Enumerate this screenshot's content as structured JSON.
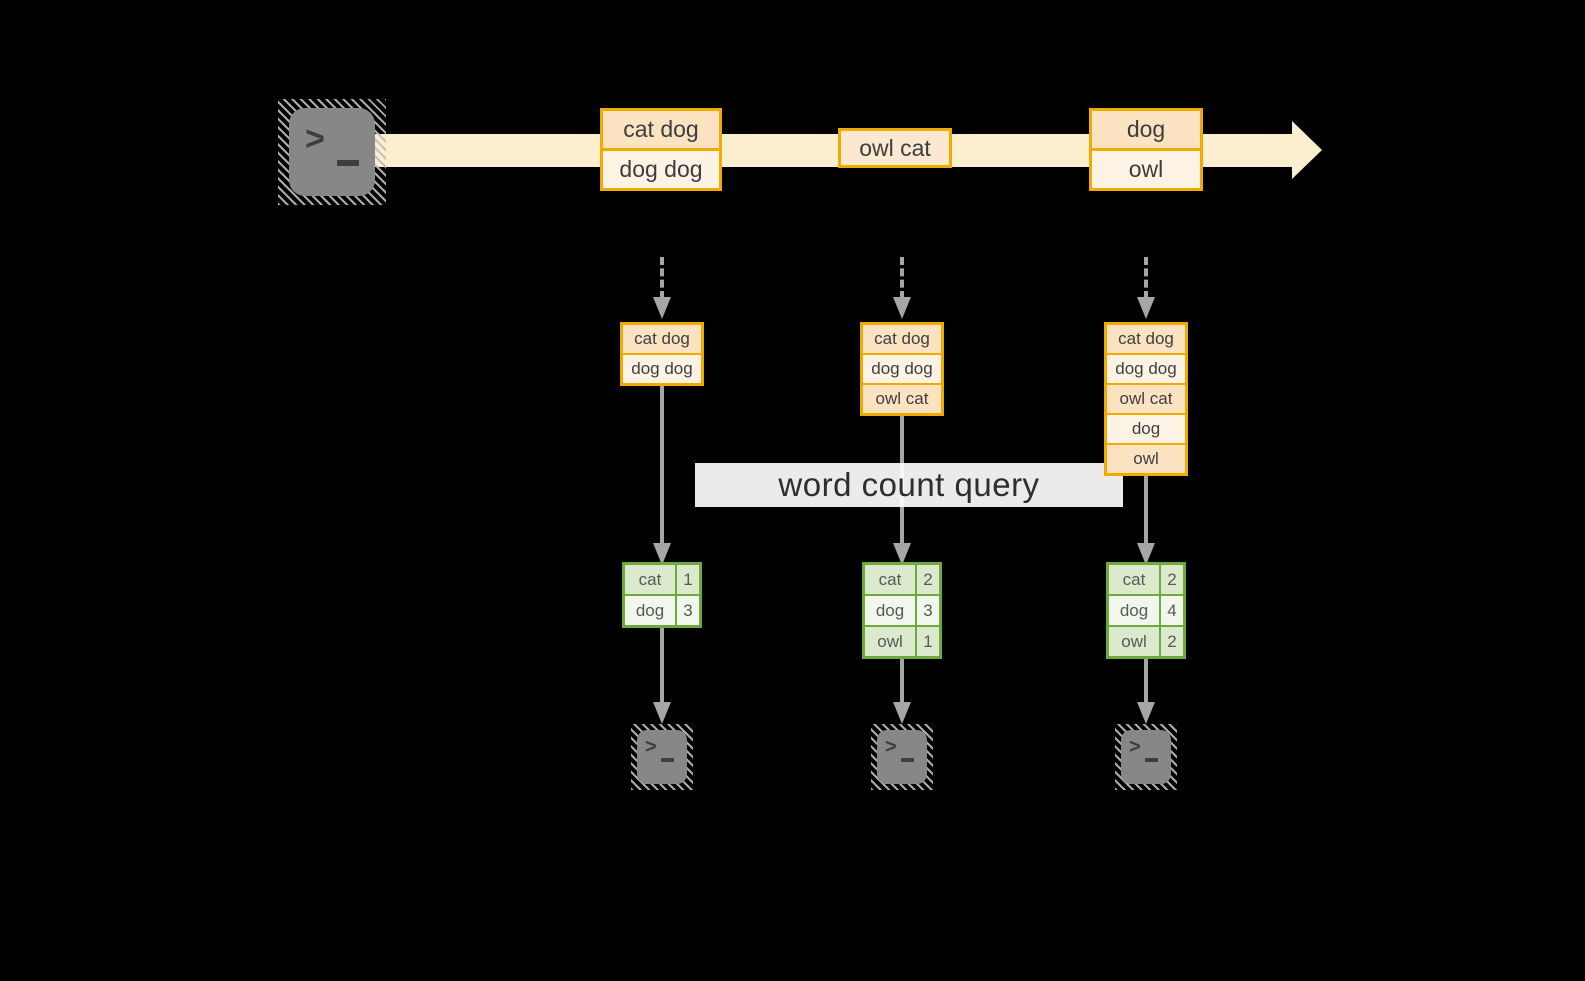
{
  "query": {
    "label": "word count query"
  },
  "stream": {
    "events": [
      {
        "rows": [
          "cat dog",
          "dog dog"
        ]
      },
      {
        "rows": [
          "owl cat"
        ]
      },
      {
        "rows": [
          "dog",
          "owl"
        ]
      }
    ]
  },
  "batches": [
    {
      "buffer": [
        "cat dog",
        "dog dog"
      ],
      "counts": [
        {
          "word": "cat",
          "count": "1"
        },
        {
          "word": "dog",
          "count": "3"
        }
      ]
    },
    {
      "buffer": [
        "cat dog",
        "dog dog",
        "owl cat"
      ],
      "counts": [
        {
          "word": "cat",
          "count": "2"
        },
        {
          "word": "dog",
          "count": "3"
        },
        {
          "word": "owl",
          "count": "1"
        }
      ]
    },
    {
      "buffer": [
        "cat dog",
        "dog dog",
        "owl cat",
        "dog",
        "owl"
      ],
      "counts": [
        {
          "word": "cat",
          "count": "2"
        },
        {
          "word": "dog",
          "count": "4"
        },
        {
          "word": "owl",
          "count": "2"
        }
      ]
    }
  ],
  "icons": {
    "terminal_prompt": ">"
  },
  "colors": {
    "background": "#000000",
    "stream_fill": "#fcefcf",
    "event_border": "#f0ab00",
    "event_fill_dark": "#fbe3c2",
    "event_fill_light": "#fdf3e4",
    "table_border": "#6fa83f",
    "table_fill_dark": "#dbe9cc",
    "table_fill_light": "#f2f7ee",
    "arrow_gray": "#a6a6a6",
    "terminal_gray": "#878787"
  }
}
